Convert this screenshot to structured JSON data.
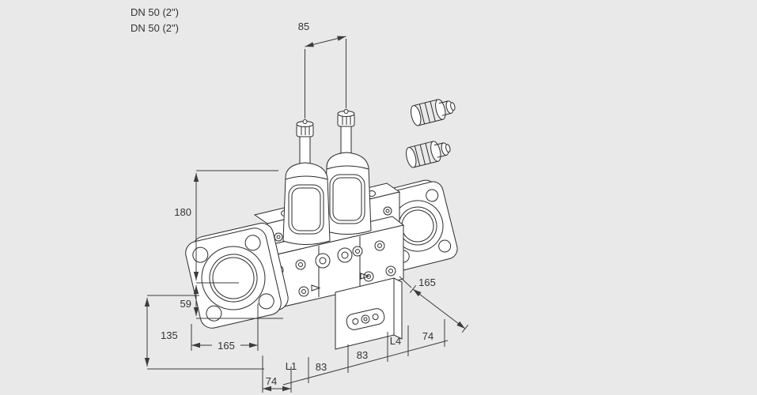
{
  "colors": {
    "background": "#e9e9e9",
    "drawing_line": "#2b2b2b",
    "dimension_line": "#3c3c3c",
    "text": "#333333"
  },
  "labels": {
    "dn1": "DN 50 (2\")",
    "dn2": "DN 50 (2\")",
    "dim85": "85",
    "dim180": "180",
    "dim59": "59",
    "dim135": "135",
    "dim165_left": "165",
    "dim74_bottom": "74",
    "dimL1": "L1",
    "dim83_a": "83",
    "dim83_b": "83",
    "dimL4": "L4",
    "dim74_right": "74",
    "dim165_right": "165"
  }
}
